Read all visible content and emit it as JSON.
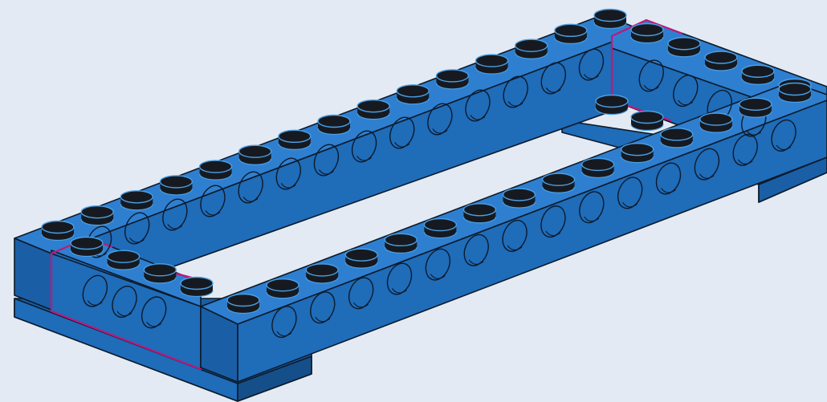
{
  "diagram": {
    "subject": "rectangular-frame-of-technic-beams",
    "colors": {
      "background": "#e4eaf3",
      "beam_top": "#2f7fd0",
      "beam_side": "#1f6cb9",
      "beam_front": "#1a5fa6",
      "beam_dark": "#154f8a",
      "outline": "#0c1a2a",
      "stud": "#161a20",
      "stud_rim": "#4aa0e6",
      "highlight": "#c0187a"
    },
    "beams": [
      {
        "id": "back-long-beam",
        "studs": 15,
        "holes": 14
      },
      {
        "id": "front-long-beam",
        "studs": 15,
        "holes": 14
      },
      {
        "id": "left-short-beam",
        "studs": 4,
        "holes": 3,
        "highlighted": true
      },
      {
        "id": "right-short-beam",
        "studs": 5,
        "holes": 4,
        "highlighted": true
      }
    ]
  }
}
